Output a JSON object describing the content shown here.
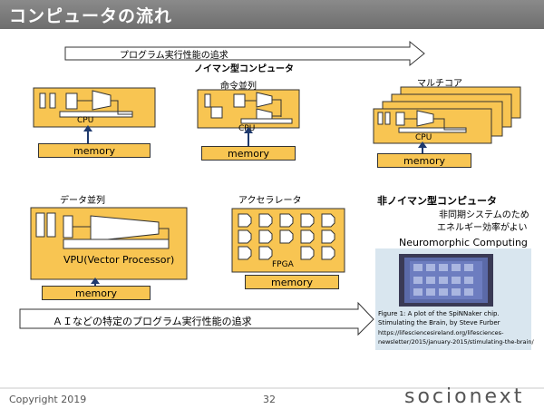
{
  "slide": {
    "title": "コンピュータの流れ",
    "top_arrow_label": "プログラム実行性能の追求",
    "von_neumann_label": "ノイマン型コンピュータ",
    "bottom_arrow_label": "ＡＩなどの特定のプログラム実行性能の追求",
    "page_number": "32",
    "copyright": "Copyright 2019",
    "brand": "socionext"
  },
  "blocks": {
    "cpu_label": "CPU",
    "memory_label": "memory",
    "pipeline_title": "命令並列",
    "multicore_title": "マルチコア",
    "dataparallel_title": "データ並列",
    "vpu_label": "VPU(Vector Processor)",
    "accelerator_title": "アクセラレータ",
    "fpga_label": "FPGA"
  },
  "neuro": {
    "title": "非ノイマン型コンピュータ",
    "desc1": "非同期システムのため",
    "desc2": "エネルギー効率がよい",
    "image_title": "Neuromorphic Computing",
    "caption1": "Figure 1: A plot of the SpiNNaker chip.",
    "caption2": "Stimulating the Brain, by Steve Furber",
    "caption3": "https://lifesciencesireland.org/lifesciences-",
    "caption4": "newsletter/2015/january-2015/stimulating-the-brain/"
  }
}
